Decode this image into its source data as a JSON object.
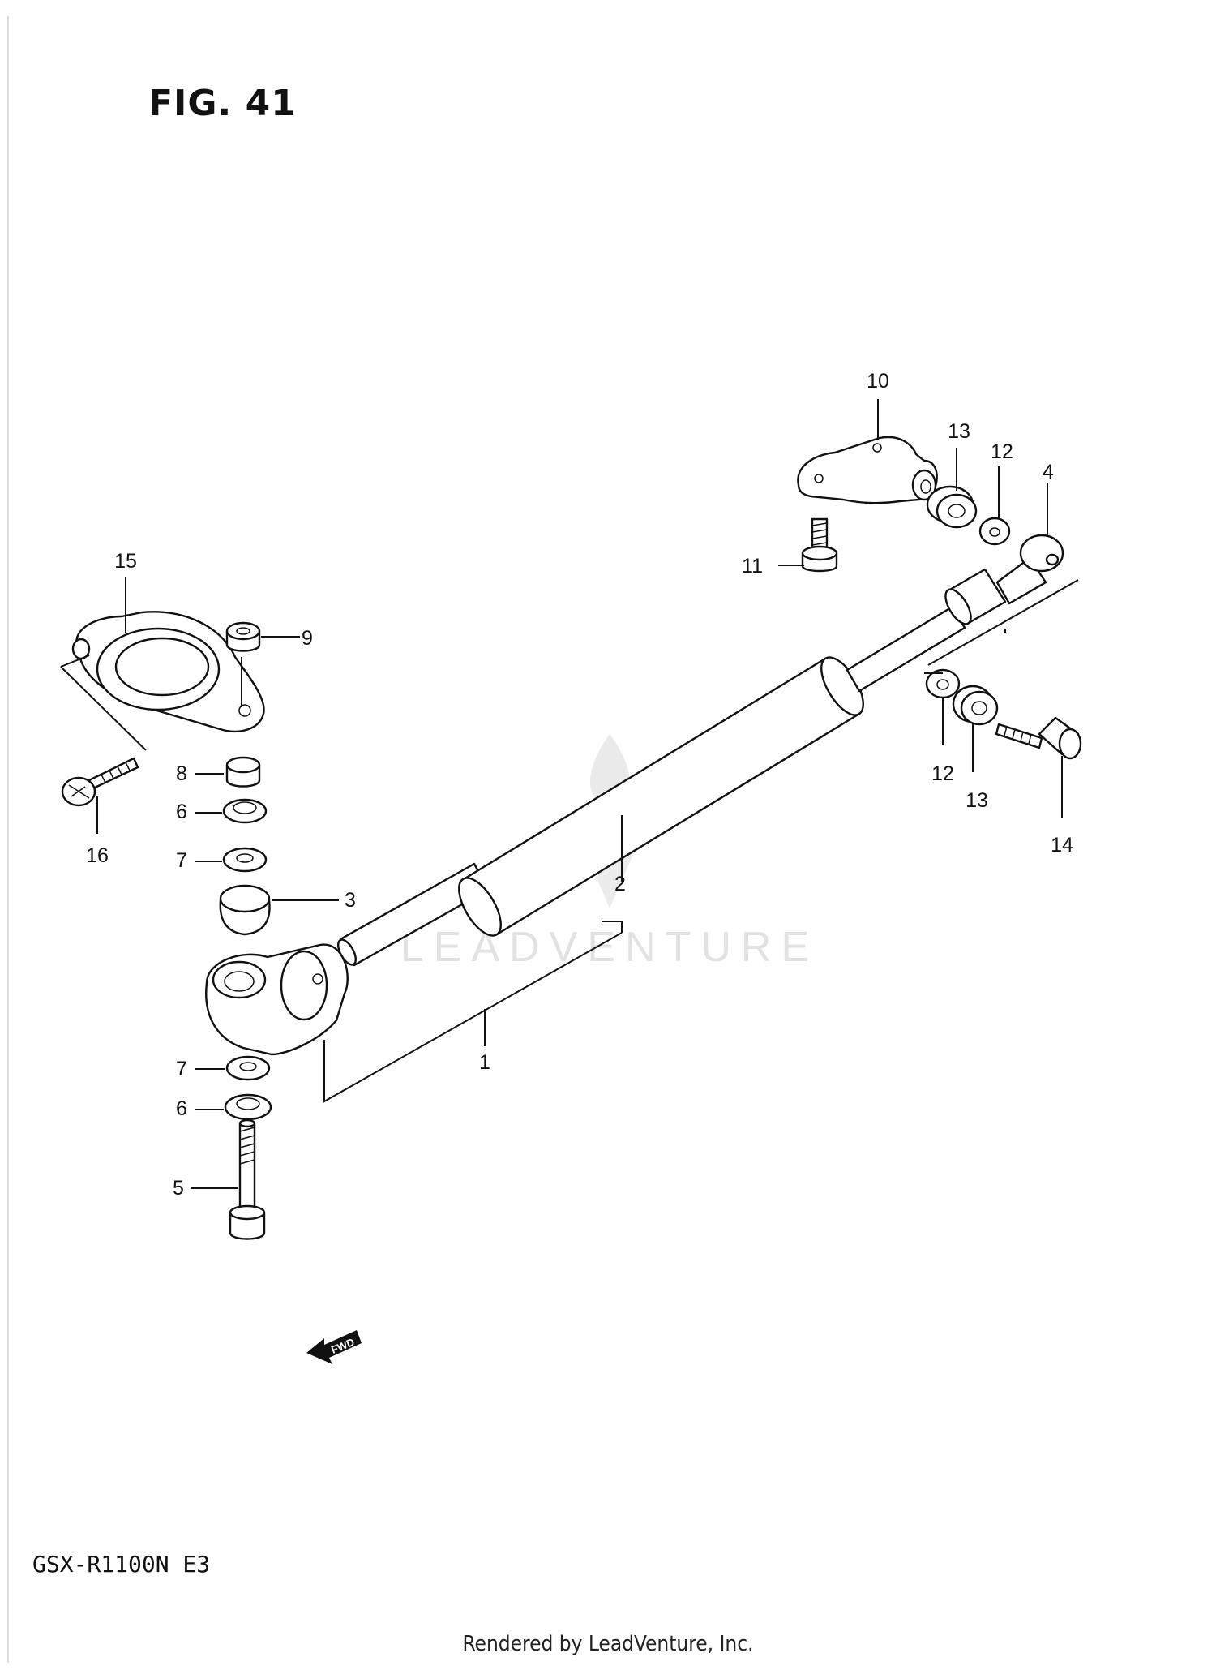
{
  "figure": {
    "title": "FIG. 41",
    "model": "GSX-R1100N E3"
  },
  "footer": {
    "credit": "Rendered by LeadVenture, Inc."
  },
  "watermark": {
    "text": "LEADVENTURE"
  },
  "fwd_marker": {
    "label": "FWD"
  },
  "callouts": [
    {
      "id": "c1",
      "label": "1"
    },
    {
      "id": "c2",
      "label": "2"
    },
    {
      "id": "c3",
      "label": "3"
    },
    {
      "id": "c4",
      "label": "4"
    },
    {
      "id": "c5",
      "label": "5"
    },
    {
      "id": "c6a",
      "label": "6"
    },
    {
      "id": "c6b",
      "label": "6"
    },
    {
      "id": "c7a",
      "label": "7"
    },
    {
      "id": "c7b",
      "label": "7"
    },
    {
      "id": "c8",
      "label": "8"
    },
    {
      "id": "c9",
      "label": "9"
    },
    {
      "id": "c10",
      "label": "10"
    },
    {
      "id": "c11",
      "label": "11"
    },
    {
      "id": "c12a",
      "label": "12"
    },
    {
      "id": "c12b",
      "label": "12"
    },
    {
      "id": "c13a",
      "label": "13"
    },
    {
      "id": "c13b",
      "label": "13"
    },
    {
      "id": "c14",
      "label": "14"
    },
    {
      "id": "c15",
      "label": "15"
    },
    {
      "id": "c16",
      "label": "16"
    }
  ]
}
